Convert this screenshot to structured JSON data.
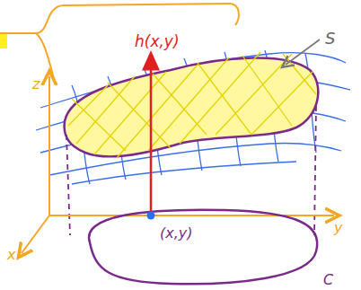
{
  "diagram": {
    "labels": [
      "h(x,y)",
      "S",
      "z",
      "x",
      "y",
      "(x,y)",
      "C"
    ]
  }
}
